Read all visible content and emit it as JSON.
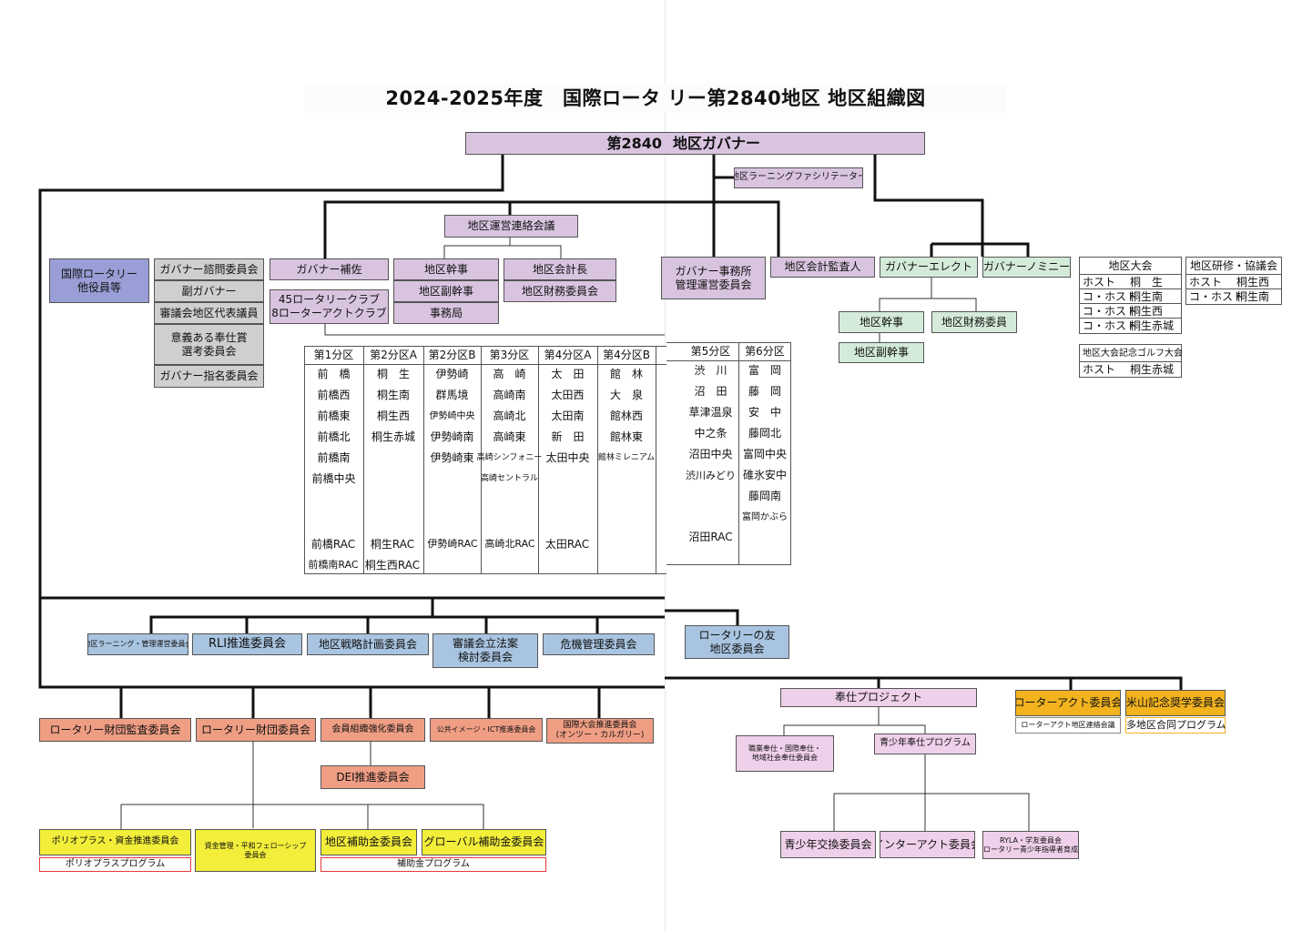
{
  "title": "2024-2025年度　国際ロータ リー第2840地区 地区組織図",
  "top": {
    "governor_left": "第2840",
    "governor_right": "地区ガバナー",
    "learning_facilitator": "地区ラーニングファシリテーター",
    "operations_council": "地区運営連絡会議",
    "ri_officers": "国際ロータリー\n他役員等",
    "gov_office": "ガバナー事務所\n管理運営委員会",
    "auditor": "地区会計監査人",
    "gov_elect": "ガバナーエレクト",
    "gov_nominee": "ガバナーノミニー",
    "secretary": "地区幹事",
    "finance_member": "地区財務委員",
    "vice_secretary": "地区副幹事"
  },
  "gray_stack": [
    "ガバナー諮問委員会",
    "副ガバナー",
    "審議会地区代表議員",
    "意義ある奉仕賞\n選考委員会",
    "ガバナー指名委員会"
  ],
  "assistant": {
    "label": "ガバナー補佐",
    "clubs": "45ロータリークラブ\n8ローターアクトクラブ",
    "kanji": "地区幹事",
    "fukukanji": "地区副幹事",
    "jimukyoku": "事務局",
    "treasurer": "地区会計長",
    "finance_committee": "地区財務委員会"
  },
  "districts_left": {
    "headers": [
      "第1分区",
      "第2分区A",
      "第2分区B",
      "第3分区",
      "第4分区A",
      "第4分区B"
    ],
    "columns": [
      [
        "前　橋",
        "前橋西",
        "前橋東",
        "前橋北",
        "前橋南",
        "前橋中央"
      ],
      [
        "桐　生",
        "桐生南",
        "桐生西",
        "桐生赤城"
      ],
      [
        "伊勢崎",
        "群馬境",
        "伊勢崎中央",
        "伊勢崎南",
        "伊勢崎東"
      ],
      [
        "高　崎",
        "高崎南",
        "高崎北",
        "高崎東",
        "高崎シンフォニー",
        "高崎セントラル"
      ],
      [
        "太　田",
        "太田西",
        "太田南",
        "新　田",
        "太田中央"
      ],
      [
        "館　林",
        "大　泉",
        "館林西",
        "館林東",
        "館林ミレニアム"
      ]
    ],
    "rac_row1": [
      "前橋RAC",
      "桐生RAC",
      "伊勢崎RAC",
      "高崎北RAC",
      "太田RAC",
      ""
    ],
    "rac_row2": [
      "前橋南RAC",
      "桐生西RAC",
      "",
      "",
      "",
      ""
    ]
  },
  "districts_right": {
    "headers": [
      "第5分区",
      "第6分区"
    ],
    "columns": [
      [
        "渋　川",
        "沼　田",
        "草津温泉",
        "中之条",
        "沼田中央",
        "渋川みどり"
      ],
      [
        "富　岡",
        "藤　岡",
        "安　中",
        "藤岡北",
        "富岡中央",
        "碓氷安中",
        "藤岡南",
        "富岡かぶら"
      ]
    ],
    "rac": "沼田RAC"
  },
  "conference": {
    "title": "地区大会",
    "rows": [
      [
        "ホスト",
        "桐　生"
      ],
      [
        "コ・ホスト",
        "桐生南"
      ],
      [
        "コ・ホスト",
        "桐生西"
      ],
      [
        "コ・ホスト",
        "桐生赤城"
      ]
    ]
  },
  "training": {
    "title": "地区研修・協議会",
    "rows": [
      [
        "ホスト",
        "桐生西"
      ],
      [
        "コ・ホスト",
        "桐生南"
      ]
    ]
  },
  "golf": {
    "title": "地区大会記念ゴルフ大会",
    "rows": [
      [
        "ホスト",
        "桐生赤城"
      ]
    ]
  },
  "blue_row": [
    "地区ラーニング・管理運営委員会",
    "RLI推進委員会",
    "地区戦略計画委員会",
    "審議会立法案\n検討委員会",
    "危機管理委員会"
  ],
  "friends": "ロータリーの友\n地区委員会",
  "salmon_row": [
    "ロータリー財団監査委員会",
    "ロータリー財団委員会",
    "会員組織強化委員会",
    "公共イメージ・ICT推進委員会",
    "国際大会推進委員会\n(オンツー・カルガリー)"
  ],
  "dei": "DEI推進委員会",
  "yellow_row": [
    "ポリオプラス・資金推進委員会",
    "資金管理・平和フェローシップ\n委員会",
    "地区補助金委員会",
    "グローバル補助金委員会"
  ],
  "polio_program": "ポリオプラスプログラム",
  "grant_program": "補助金プログラム",
  "service": {
    "project": "奉仕プロジェクト",
    "vocational": "職業奉仕・国際奉仕・\n地域社会奉仕委員会",
    "youth": "青少年奉仕プログラム",
    "exchange": "青少年交換委員会",
    "interact": "インターアクト委員会",
    "ryla": "RYLA・学友委員会\n(ロータリー青少年指導者育成)"
  },
  "rotaract": "ローターアクト委員会",
  "rotaract_sub": "ローターアクト地区連絡会議",
  "yoneyama": "米山記念奨学委員会",
  "yoneyama_sub": "多地区合同プログラム"
}
